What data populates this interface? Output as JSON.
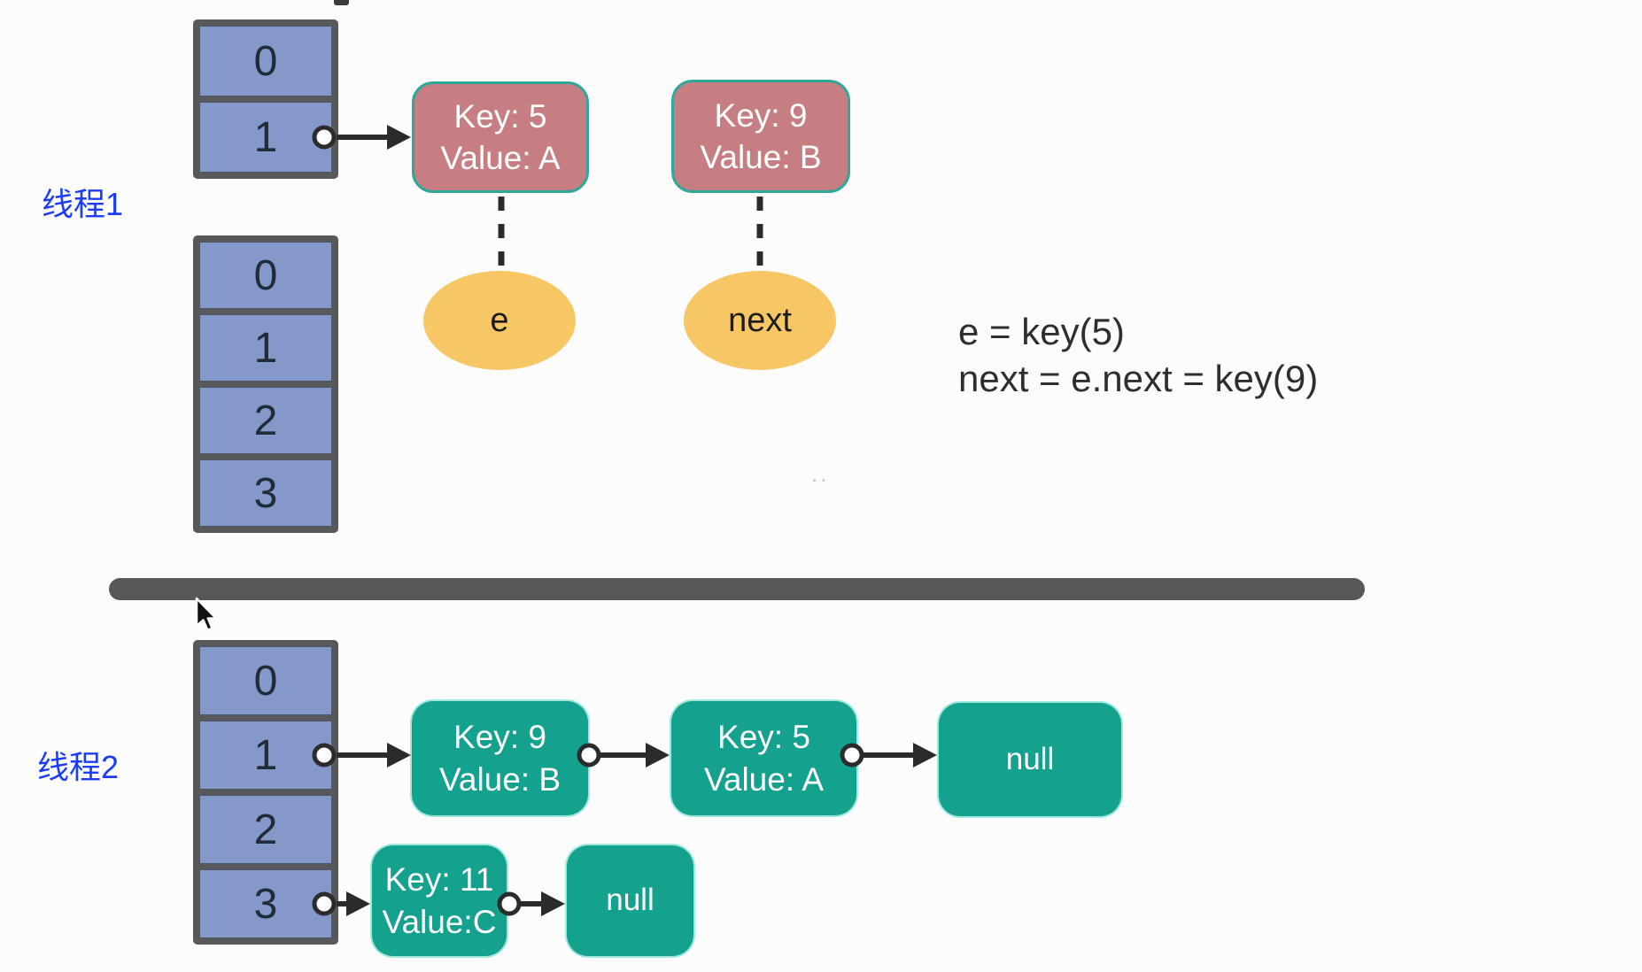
{
  "background": "#fcfcfc",
  "colors": {
    "array_cell_blue": "#8499c9",
    "array_border_gray": "#57585a",
    "entry_red": "#c67e82",
    "entry_red_border_teal": "#2fa89a",
    "entry_green": "#14a18e",
    "pointer_yellow": "#f7c765",
    "thread_label_blue": "#1d3cf5",
    "connector_dark": "#2b2b2b",
    "divider_gray": "#565759"
  },
  "thread1": {
    "label": "线程1",
    "table_top": {
      "cells": [
        "0",
        "1"
      ]
    },
    "table_bottom": {
      "cells": [
        "0",
        "1",
        "2",
        "3"
      ]
    },
    "entries": [
      {
        "key": "Key: 5",
        "value": "Value: A"
      },
      {
        "key": "Key: 9",
        "value": "Value: B"
      }
    ],
    "pointers": [
      {
        "label": "e"
      },
      {
        "label": "next"
      }
    ],
    "code_lines": [
      "e = key(5)",
      "next = e.next = key(9)"
    ]
  },
  "thread2": {
    "label": "线程2",
    "table": {
      "cells": [
        "0",
        "1",
        "2",
        "3"
      ]
    },
    "bucket1_chain": [
      {
        "key": "Key: 9",
        "value": "Value: B"
      },
      {
        "key": "Key: 5",
        "value": "Value: A"
      }
    ],
    "bucket1_tail": "null",
    "bucket3_chain": [
      {
        "key": "Key: 11",
        "value": "Value:C"
      }
    ],
    "bucket3_tail": "null"
  },
  "stray_mark": ".."
}
